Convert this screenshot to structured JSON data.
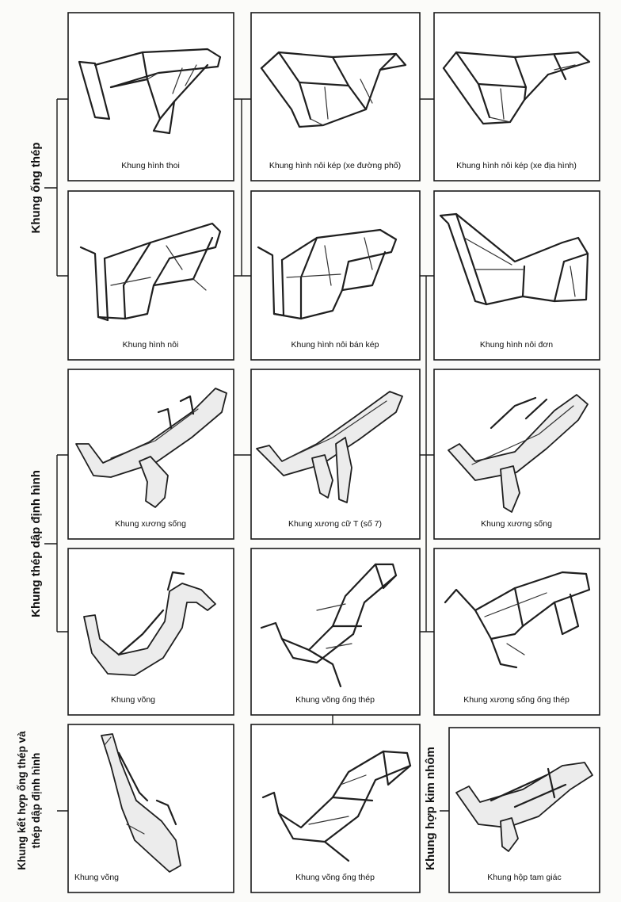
{
  "groups": {
    "steel_tube": "Khung ống thép",
    "pressed_steel": "Khung thép dập định hình",
    "combined_line1": "Khung kết hợp ống thép và",
    "combined_line2": "thép dập định hình",
    "aluminum": "Khung hợp kim nhôm"
  },
  "frames": {
    "r1c1": "Khung hình thoi",
    "r1c2": "Khung hình nôi kép (xe đường phố)",
    "r1c3": "Khung hình nôi kép (xe địa hình)",
    "r2c1": "Khung hình nôi",
    "r2c2": "Khung hình nôi bán kép",
    "r2c3": "Khung hình nôi đơn",
    "r3c1": "Khung xương sống",
    "r3c2": "Khung xương cữ T (số 7)",
    "r3c3": "Khung xương sống",
    "r4c1": "Khung võng",
    "r4c2": "Khung võng ống thép",
    "r4c3": "Khung xương sống ống thép",
    "r5c1": "Khung võng",
    "r5c2": "Khung võng ống thép",
    "r5c3": "Khung hộp tam giác"
  }
}
